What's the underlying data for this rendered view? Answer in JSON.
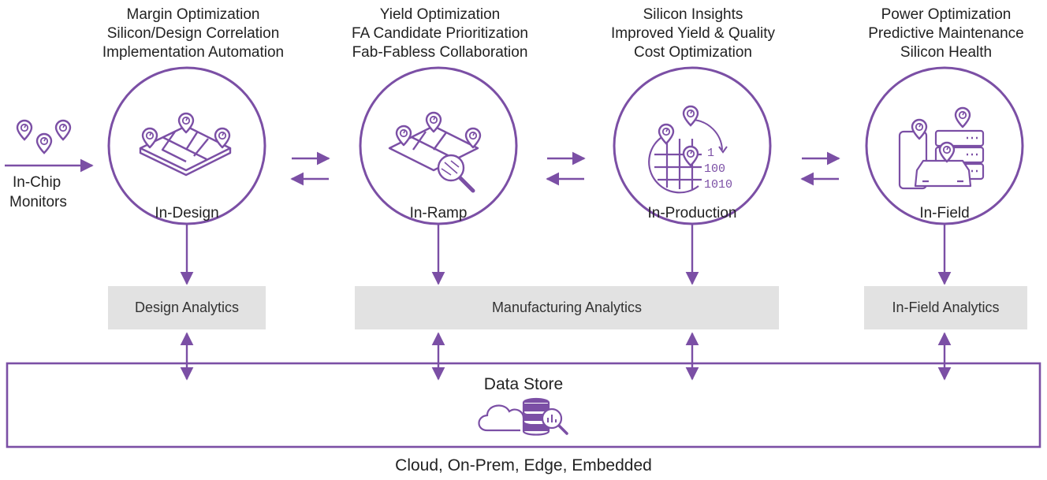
{
  "stages": [
    {
      "caption": [
        "Margin Optimization",
        "Silicon/Design Correlation",
        "Implementation Automation"
      ],
      "label": "In-Design"
    },
    {
      "caption": [
        "Yield Optimization",
        "FA Candidate Prioritization",
        "Fab-Fabless Collaboration"
      ],
      "label": "In-Ramp"
    },
    {
      "caption": [
        "Silicon Insights",
        "Improved Yield & Quality",
        "Cost Optimization"
      ],
      "label": "In-Production",
      "binary": [
        "1",
        "100",
        "1010"
      ]
    },
    {
      "caption": [
        "Power Optimization",
        "Predictive Maintenance",
        "Silicon Health"
      ],
      "label": "In-Field"
    }
  ],
  "monitors": {
    "line1": "In-Chip",
    "line2": "Monitors"
  },
  "analytics": {
    "design": "Design Analytics",
    "manufacturing": "Manufacturing Analytics",
    "field": "In-Field Analytics"
  },
  "data_store": {
    "label": "Data Store"
  },
  "footer": "Cloud, On-Prem, Edge, Embedded",
  "colors": {
    "accent": "#7b4fa5",
    "box": "#e2e2e2",
    "text": "#222222"
  }
}
